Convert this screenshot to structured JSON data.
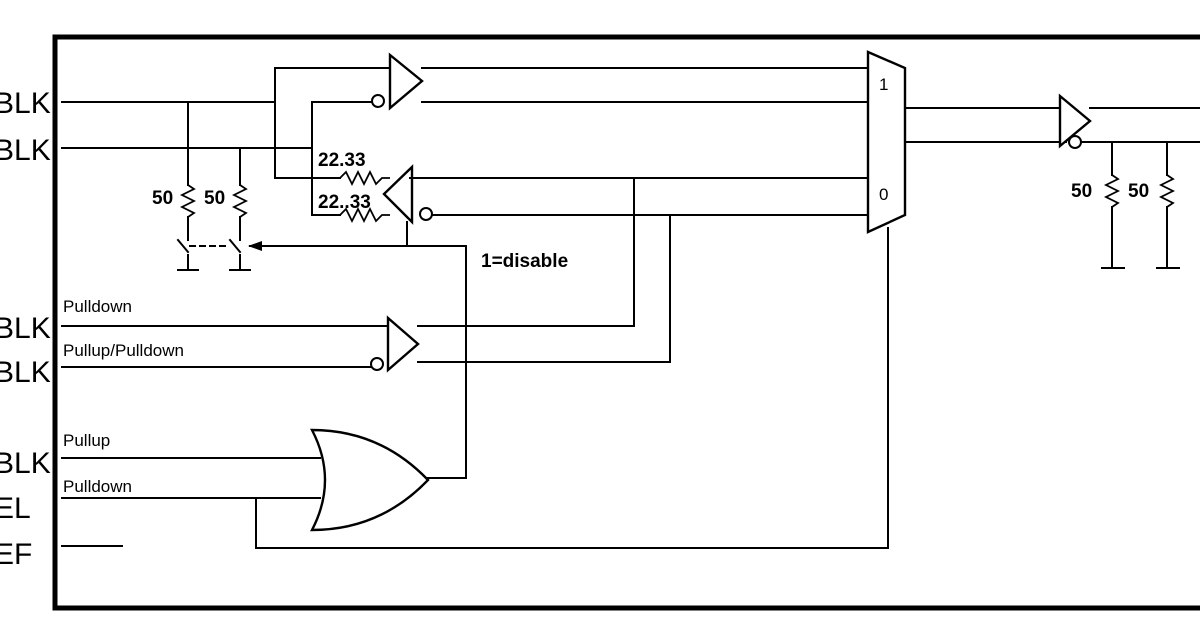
{
  "pins": {
    "in1": "BLK",
    "in2": "BLK",
    "in3": "BLK",
    "in4": "BLK",
    "in5": "BLK",
    "in6": "EL",
    "in7": "EF"
  },
  "wire_labels": {
    "pulldown_1": "Pulldown",
    "pullup_pulldown": "Pullup/Pulldown",
    "pullup": "Pullup",
    "pulldown_2": "Pulldown"
  },
  "values": {
    "res_a": "50",
    "res_b": "50",
    "res_c": "50",
    "res_d": "50",
    "series_1": "22.33",
    "series_2": "22..33",
    "disable": "1=disable"
  },
  "mux": {
    "in_high": "1",
    "in_low": "0"
  }
}
